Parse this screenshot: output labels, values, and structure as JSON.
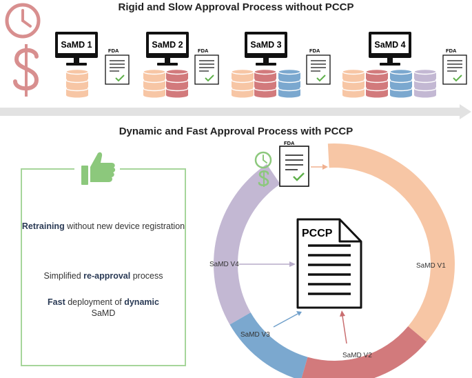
{
  "top": {
    "title": "Rigid and Slow Approval Process without PCCP",
    "monitors": [
      "SaMD 1",
      "SaMD 2",
      "SaMD 3",
      "SaMD 4"
    ],
    "fda_label": "FDA"
  },
  "bottom": {
    "title": "Dynamic and Fast Approval Process with PCCP",
    "fda_label": "FDA",
    "features": {
      "f1_bold": "Retraining",
      "f1_rest": " without new device registration",
      "f2_pre": "Simplified ",
      "f2_bold": "re-approval",
      "f2_post": " process",
      "f3_bold1": "Fast",
      "f3_mid": " deployment of ",
      "f3_bold2": "dynamic",
      "f3_end": "SaMD"
    },
    "pccp_label": "PCCP",
    "ring_labels": {
      "v1": "SaMD V1",
      "v2": "SaMD V2",
      "v3": "SaMD V3",
      "v4": "SaMD V4"
    }
  },
  "colors": {
    "peach": "#f7c6a5",
    "red": "#d27a7c",
    "blue": "#7ba8cf",
    "lavender": "#c3b8d3",
    "clock_pink": "#d88f8f",
    "green": "#8cc87c",
    "arrow_gray": "#e2e2e2"
  },
  "icons": [
    "clock-icon",
    "dollar-icon",
    "monitor-icon",
    "database-icon",
    "fda-document-icon",
    "thumbs-up-icon",
    "pccp-document-icon"
  ]
}
